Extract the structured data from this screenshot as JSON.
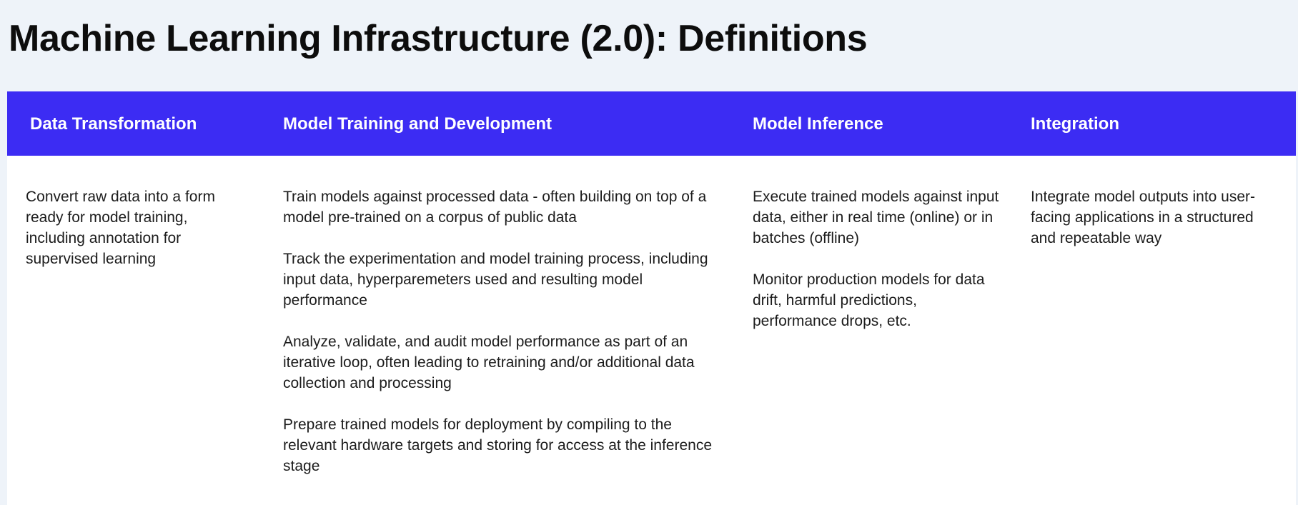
{
  "title": "Machine Learning Infrastructure (2.0): Definitions",
  "colors": {
    "background": "#eef3f9",
    "header_bg": "#3c2cf3",
    "header_text": "#ffffff",
    "body_bg": "#ffffff",
    "text": "#1c1c1c"
  },
  "columns": [
    {
      "heading": "Data Transformation",
      "paragraphs": [
        "Convert raw data into a form ready for model training, including annotation for supervised learning"
      ]
    },
    {
      "heading": "Model Training and Development",
      "paragraphs": [
        "Train models against processed data - often building on top of a model pre-trained on a corpus of public data",
        "Track the experimentation and model training process, including input data, hyperparemeters used and resulting model performance",
        "Analyze, validate, and audit model performance as part of an iterative loop, often leading to retraining and/or additional data collection and processing",
        "Prepare trained models for deployment by compiling to the relevant hardware targets and storing for access at the inference stage"
      ]
    },
    {
      "heading": "Model Inference",
      "paragraphs": [
        "Execute trained models against input data, either in real time (online) or in batches (offline)",
        "Monitor production models for data drift, harmful predictions, performance drops, etc."
      ]
    },
    {
      "heading": "Integration",
      "paragraphs": [
        "Integrate model outputs into user-facing applications in a structured and repeatable way"
      ]
    }
  ]
}
